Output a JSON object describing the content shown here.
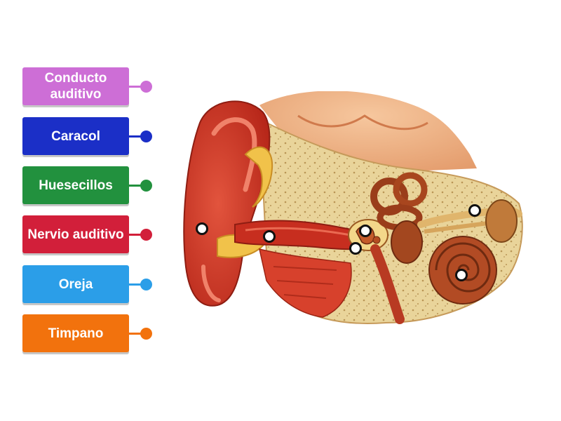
{
  "labels": [
    {
      "text": "Conducto auditivo",
      "color": "#cd6ed6"
    },
    {
      "text": "Caracol",
      "color": "#1b2fc7"
    },
    {
      "text": "Huesecillos",
      "color": "#22913e"
    },
    {
      "text": "Nervio auditivo",
      "color": "#d21f3a"
    },
    {
      "text": "Oreja",
      "color": "#2b9ee8"
    },
    {
      "text": "Timpano",
      "color": "#f2720d"
    }
  ],
  "target_count": 6,
  "image_subject": "ear-anatomy"
}
